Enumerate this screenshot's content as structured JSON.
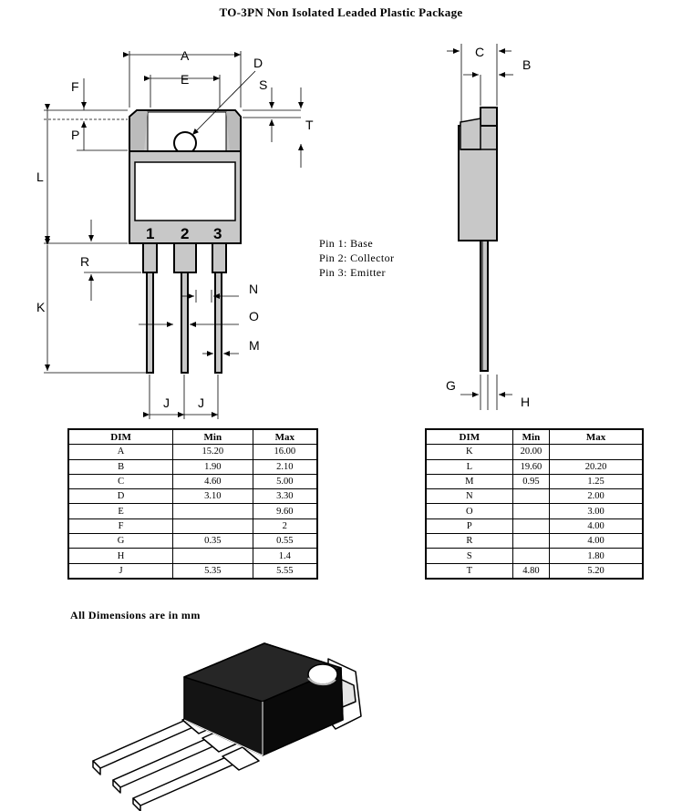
{
  "title": "TO-3PN Non Isolated Leaded Plastic Package",
  "pin_legend": [
    "Pin 1: Base",
    "Pin 2: Collector",
    "Pin 3: Emitter"
  ],
  "pin_numbers": [
    "1",
    "2",
    "3"
  ],
  "dimension_labels": {
    "A": "A",
    "B": "B",
    "C": "C",
    "D": "D",
    "E": "E",
    "F": "F",
    "G": "G",
    "H": "H",
    "J": "J",
    "K": "K",
    "L": "L",
    "M": "M",
    "N": "N",
    "O": "O",
    "P": "P",
    "R": "R",
    "S": "S",
    "T": "T"
  },
  "table_headers": [
    "DIM",
    "Min",
    "Max"
  ],
  "table_left": [
    [
      "A",
      "15.20",
      "16.00"
    ],
    [
      "B",
      "1.90",
      "2.10"
    ],
    [
      "C",
      "4.60",
      "5.00"
    ],
    [
      "D",
      "3.10",
      "3.30"
    ],
    [
      "E",
      "",
      "9.60"
    ],
    [
      "F",
      "",
      "2"
    ],
    [
      "G",
      "0.35",
      "0.55"
    ],
    [
      "H",
      "",
      "1.4"
    ],
    [
      "J",
      "5.35",
      "5.55"
    ]
  ],
  "table_right": [
    [
      "K",
      "20.00",
      ""
    ],
    [
      "L",
      "19.60",
      "20.20"
    ],
    [
      "M",
      "0.95",
      "1.25"
    ],
    [
      "N",
      "",
      "2.00"
    ],
    [
      "O",
      "",
      "3.00"
    ],
    [
      "P",
      "",
      "4.00"
    ],
    [
      "R",
      "",
      "4.00"
    ],
    [
      "S",
      "",
      "1.80"
    ],
    [
      "T",
      "4.80",
      "5.20"
    ]
  ],
  "note": "All Dimensions are in mm"
}
